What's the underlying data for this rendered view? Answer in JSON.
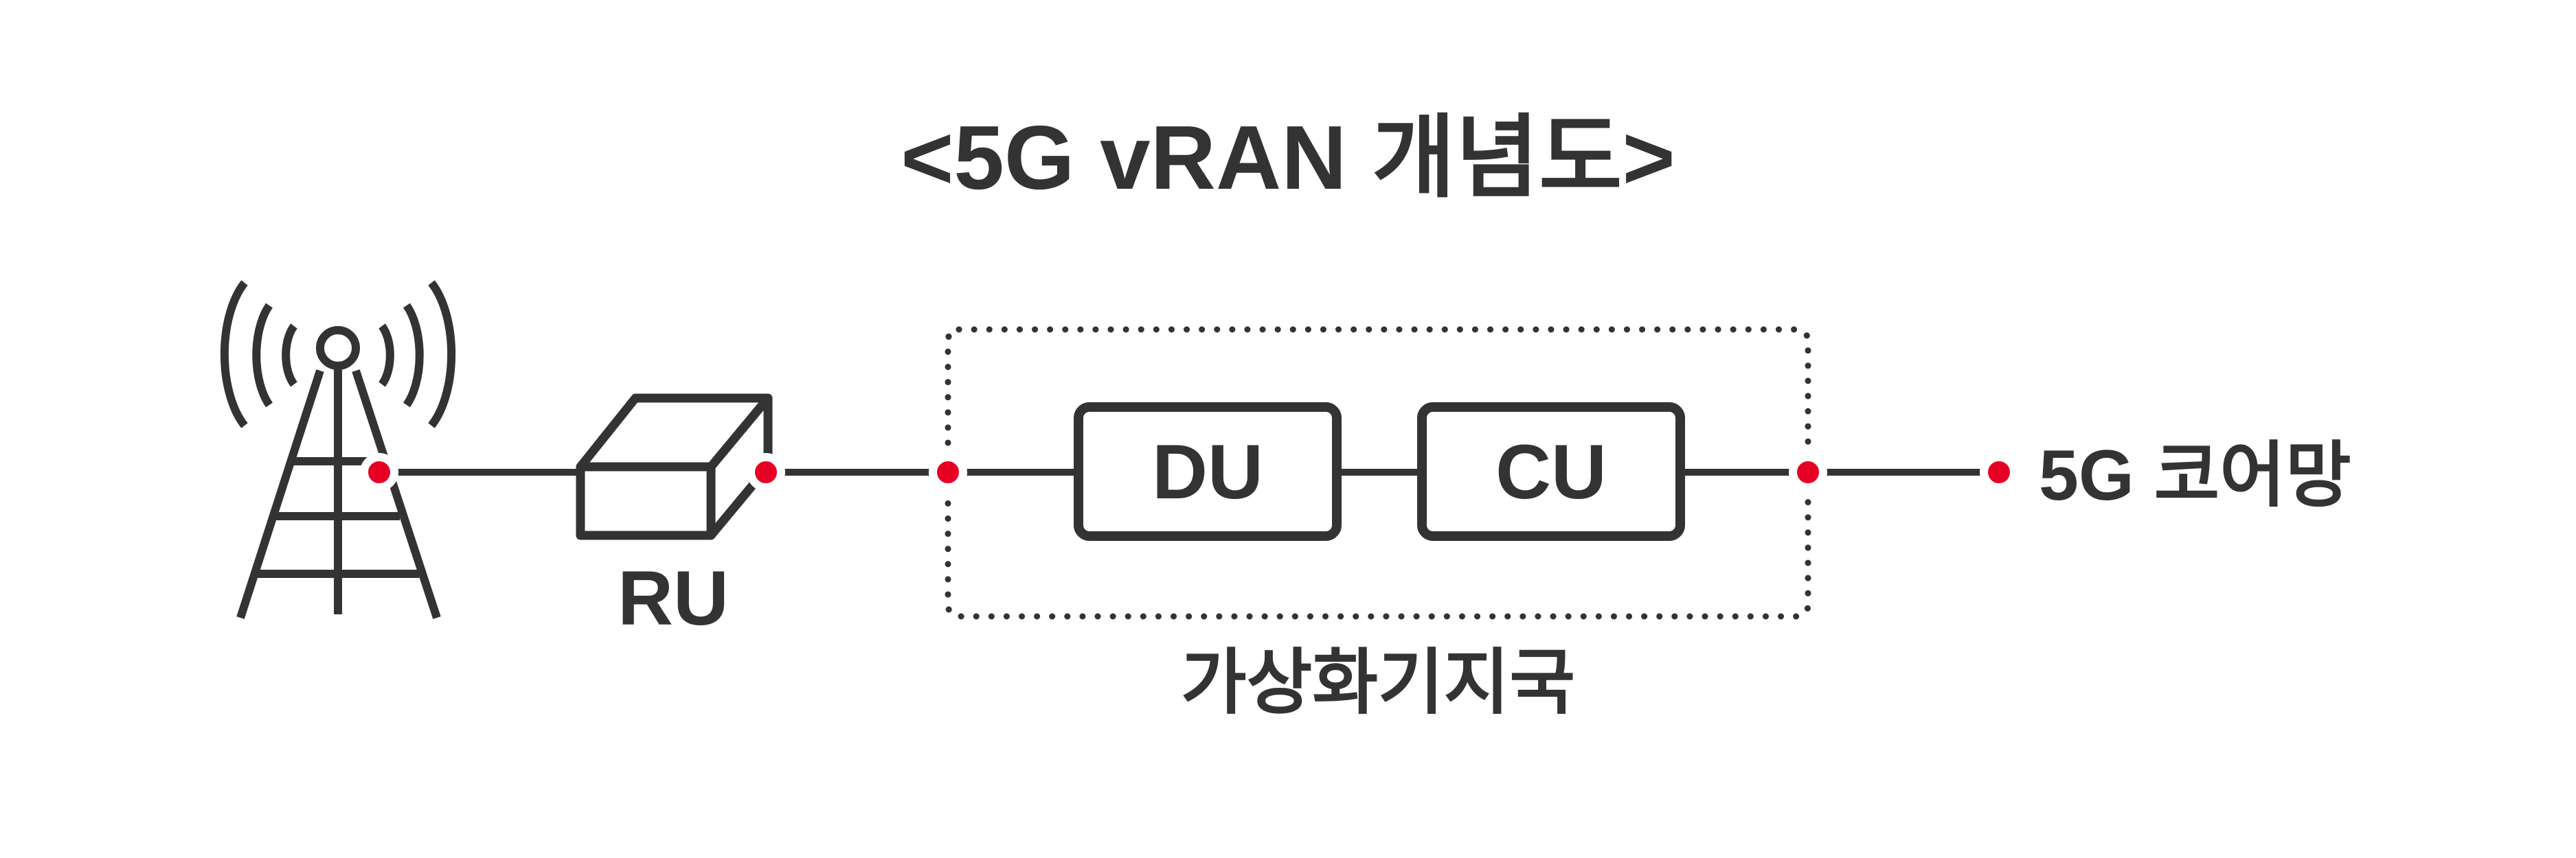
{
  "title": "<5G vRAN 개념도>",
  "nodes": {
    "ru": "RU",
    "du": "DU",
    "cu": "CU",
    "core": "5G 코어망"
  },
  "group_label": "가상화기지국",
  "colors": {
    "line": "#333333",
    "connection_dot": "#e60023",
    "background": "#ffffff"
  },
  "icons": [
    "antenna-tower-icon",
    "radio-unit-box-icon"
  ]
}
